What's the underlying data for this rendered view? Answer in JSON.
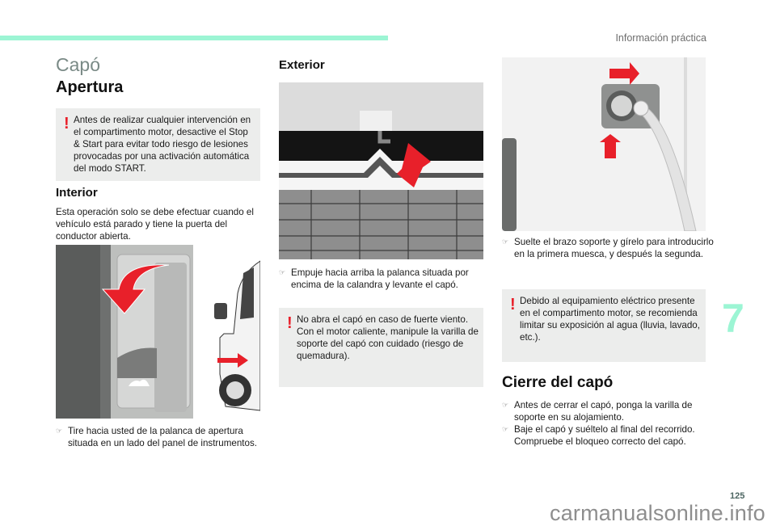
{
  "header": {
    "section_label": "Información práctica",
    "accent_color": "#9cf5d4"
  },
  "page": {
    "title": "Capó",
    "chapter_number": "7",
    "page_number": "125",
    "watermark": "carmanualsonline.info"
  },
  "apertura": {
    "heading": "Apertura",
    "warning": "Antes de realizar cualquier intervención en el compartimento motor, desactive el Stop & Start para evitar todo riesgo de lesiones provocadas por una activación automática del modo START."
  },
  "interior": {
    "heading": "Interior",
    "intro": "Esta operación solo se debe efectuar cuando el vehículo está parado y tiene la puerta del conductor abierta.",
    "image_alt": "Palanca de apertura del capó en el panel de instrumentos",
    "step": "Tire hacia usted de la palanca de apertura situada en un lado del panel de instrumentos."
  },
  "exterior": {
    "heading": "Exterior",
    "image_alt": "Palanca situada por encima de la calandra",
    "step": "Empuje hacia arriba la palanca situada por encima de la calandra y levante el capó.",
    "warning": "No abra el capó en caso de fuerte viento. Con el motor caliente, manipule la varilla de soporte del capó con cuidado (riesgo de quemadura)."
  },
  "soporte": {
    "image_alt": "Brazo soporte del capó",
    "step": "Suelte el brazo soporte y gírelo para introducirlo en la primera muesca, y después la segunda.",
    "warning": "Debido al equipamiento eléctrico presente en el compartimento motor, se recomienda limitar su exposición al agua (lluvia, lavado, etc.)."
  },
  "cierre": {
    "heading": "Cierre del capó",
    "steps": [
      "Antes de cerrar el capó, ponga la varilla de soporte en su alojamiento.",
      "Baje el capó y suéltelo al final del recorrido. Compruebe el bloqueo correcto del capó."
    ]
  },
  "icons": {
    "warning": "exclamation-icon",
    "bullet": "pointing-hand-icon"
  }
}
